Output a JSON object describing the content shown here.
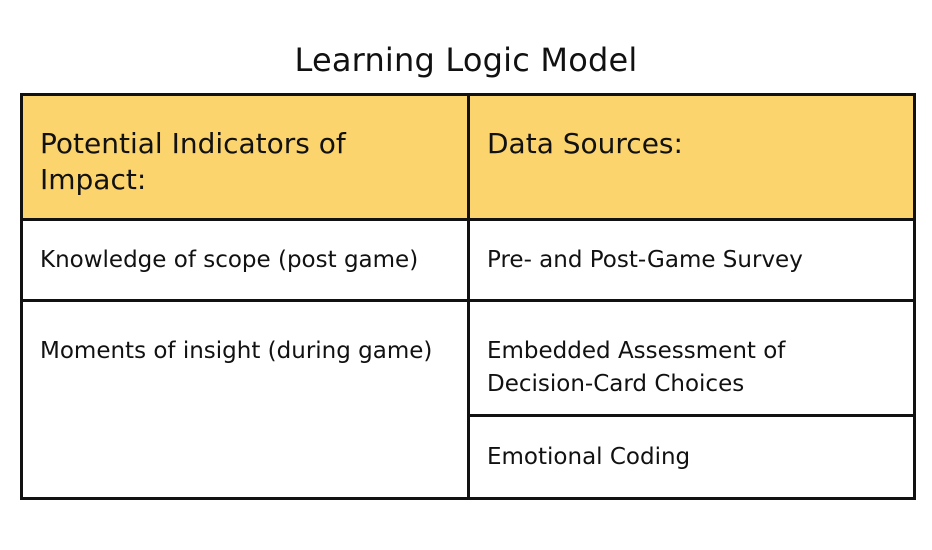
{
  "title": "Learning Logic Model",
  "colors": {
    "header_fill": "#fcd46e",
    "border": "#111111",
    "text": "#111111",
    "background": "#ffffff"
  },
  "table": {
    "headers": {
      "indicators": "Potential Indicators of Impact:",
      "sources": "Data Sources:"
    },
    "indicators": [
      "Knowledge of scope (post game)",
      "Moments of insight (during game)"
    ],
    "sources": [
      "Pre- and Post-Game Survey",
      "Embedded Assessment of Decision-Card Choices",
      "Emotional Coding"
    ]
  }
}
